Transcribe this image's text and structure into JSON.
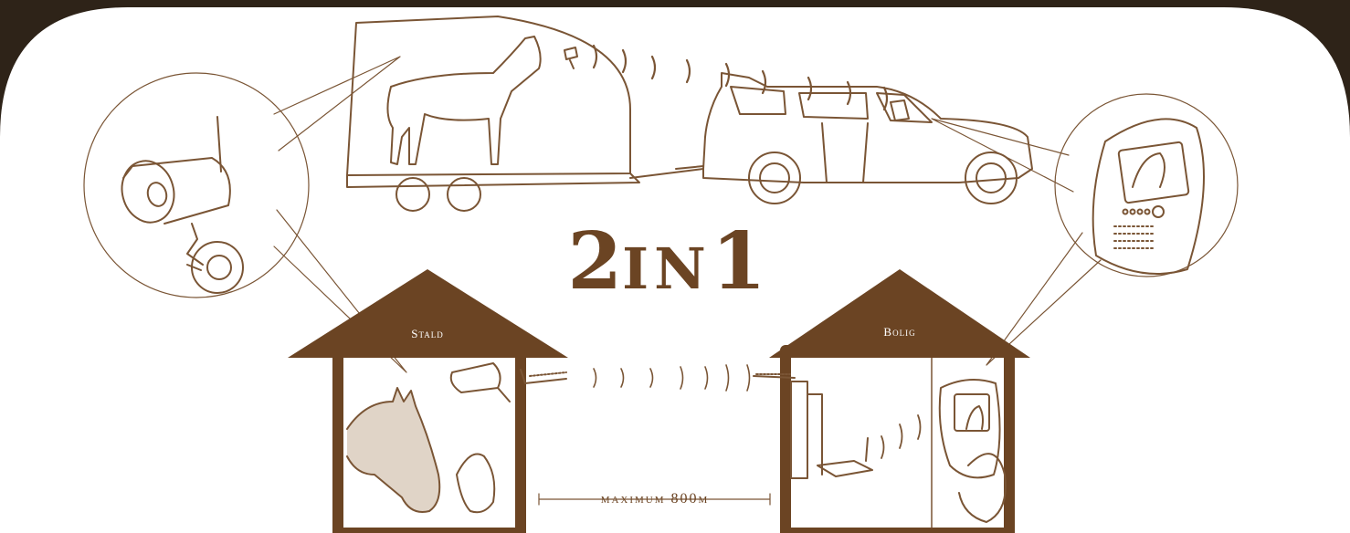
{
  "diagram": {
    "headline": {
      "num1": "2",
      "word": "IN",
      "num2": "1"
    },
    "stable_label": "Stald",
    "house_label": "Bolig",
    "distance_label": "maximum 800m"
  },
  "colors": {
    "background_dark": "#2e2318",
    "panel": "#ffffff",
    "brown": "#6b4423",
    "line": "#7a5535"
  },
  "icons": [
    "camera-icon",
    "monitor-icon",
    "horse-trailer-icon",
    "car-icon",
    "horse-head-icon",
    "wifi-signal-icon",
    "router-icon",
    "antenna-icon"
  ]
}
